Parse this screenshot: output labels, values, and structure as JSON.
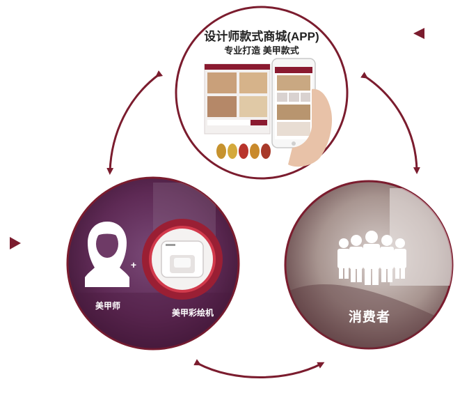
{
  "top_circle": {
    "title": "设计师款式商城(APP)",
    "subtitle": "专业打造 美甲款式"
  },
  "left_circle": {
    "manicurist_label": "美甲师",
    "plus": "+",
    "printer_label": "美甲彩绘机"
  },
  "right_circle": {
    "consumer_label": "消费者"
  },
  "colors": {
    "accent": "#7b1c2e",
    "ring": "#8a1a30",
    "overlay": "#5c1f4a"
  }
}
